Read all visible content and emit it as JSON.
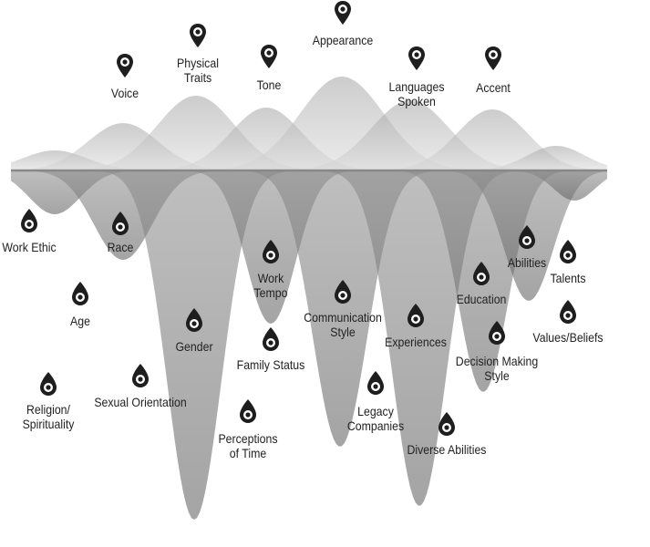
{
  "title": "Diversity iceberg",
  "colors": {
    "ink": "#1e1e1e",
    "waterline": "#888888",
    "mass": "#6e6e6e"
  },
  "above_surface": [
    {
      "label": "Voice",
      "icon": "map-pin-icon"
    },
    {
      "label": "Physical\nTraits",
      "icon": "map-pin-icon"
    },
    {
      "label": "Tone",
      "icon": "map-pin-icon"
    },
    {
      "label": "Appearance",
      "icon": "map-pin-icon"
    },
    {
      "label": "Languages\nSpoken",
      "icon": "map-pin-icon"
    },
    {
      "label": "Accent",
      "icon": "map-pin-icon"
    }
  ],
  "below_surface": [
    {
      "label": "Work Ethic",
      "icon": "drop-marker-icon"
    },
    {
      "label": "Race",
      "icon": "drop-marker-icon"
    },
    {
      "label": "Age",
      "icon": "drop-marker-icon"
    },
    {
      "label": "Work\nTempo",
      "icon": "drop-marker-icon"
    },
    {
      "label": "Gender",
      "icon": "drop-marker-icon"
    },
    {
      "label": "Communication\nStyle",
      "icon": "drop-marker-icon"
    },
    {
      "label": "Family Status",
      "icon": "drop-marker-icon"
    },
    {
      "label": "Experiences",
      "icon": "drop-marker-icon"
    },
    {
      "label": "Education",
      "icon": "drop-marker-icon"
    },
    {
      "label": "Abilities",
      "icon": "drop-marker-icon"
    },
    {
      "label": "Talents",
      "icon": "drop-marker-icon"
    },
    {
      "label": "Values/Beliefs",
      "icon": "drop-marker-icon"
    },
    {
      "label": "Decision Making\nStyle",
      "icon": "drop-marker-icon"
    },
    {
      "label": "Sexual Orientation",
      "icon": "drop-marker-icon"
    },
    {
      "label": "Religion/\nSpirituality",
      "icon": "drop-marker-icon"
    },
    {
      "label": "Legacy\nCompanies",
      "icon": "drop-marker-icon"
    },
    {
      "label": "Perceptions\nof Time",
      "icon": "drop-marker-icon"
    },
    {
      "label": "Diverse Abilities",
      "icon": "drop-marker-icon"
    }
  ]
}
